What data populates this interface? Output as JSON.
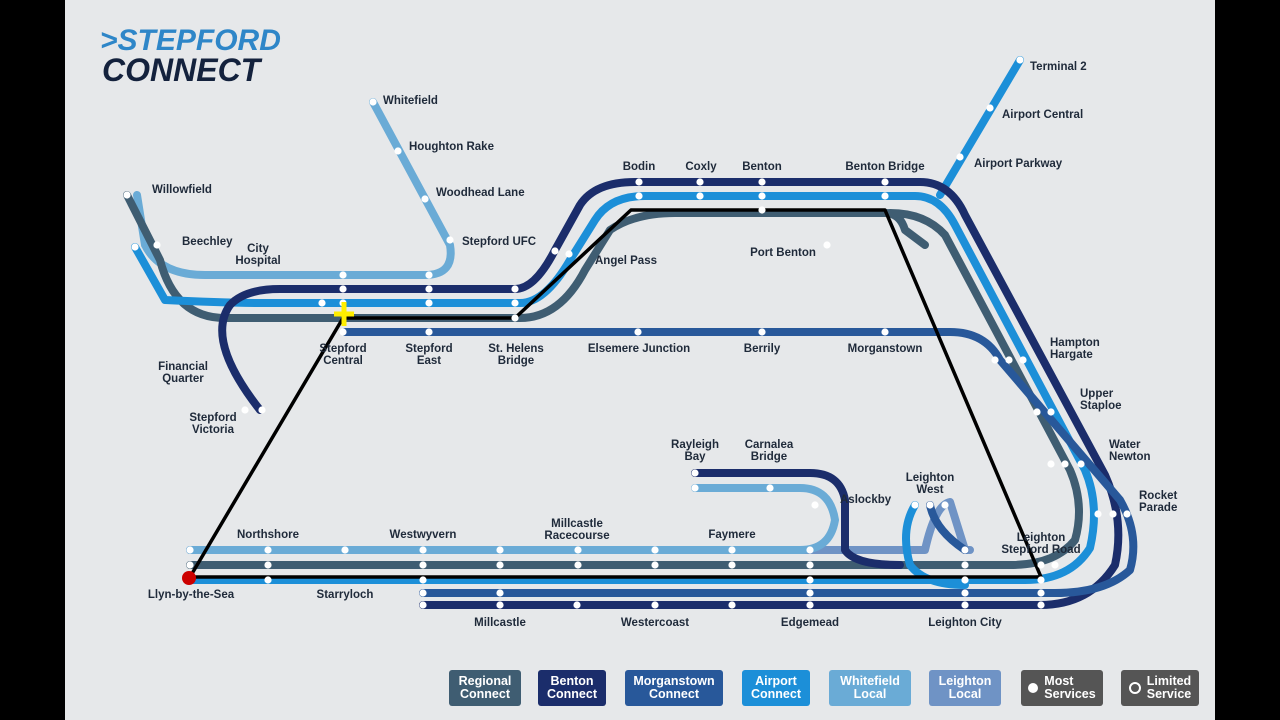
{
  "logo": {
    "line1": "STEPFORD",
    "line2": "CONNECT"
  },
  "colors": {
    "regional": "#3f5d72",
    "benton": "#1b2d6b",
    "morganstown": "#28589a",
    "airport": "#1c8fd8",
    "whitefield": "#6aabd6",
    "leighton": "#6f93c5",
    "route": "#000000",
    "start": "#cc0000",
    "marker": "#ffee00"
  },
  "stations": {
    "terminal_2": "Terminal 2",
    "airport_central": "Airport Central",
    "airport_parkway": "Airport Parkway",
    "whitefield": "Whitefield",
    "houghton_rake": "Houghton Rake",
    "woodhead_lane": "Woodhead Lane",
    "stepford_ufc": "Stepford UFC",
    "willowfield": "Willowfield",
    "beechley": "Beechley",
    "city_hospital": "City\nHospital",
    "financial_quarter": "Financial\nQuarter",
    "stepford_victoria": "Stepford\nVictoria",
    "stepford_central": "Stepford\nCentral",
    "stepford_east": "Stepford\nEast",
    "st_helens_bridge": "St. Helens\nBridge",
    "angel_pass": "Angel Pass",
    "bodin": "Bodin",
    "coxly": "Coxly",
    "benton": "Benton",
    "benton_bridge": "Benton Bridge",
    "port_benton": "Port Benton",
    "elsemere_junction": "Elsemere Junction",
    "berrily": "Berrily",
    "morganstown": "Morganstown",
    "hampton_hargate": "Hampton\nHargate",
    "upper_staploe": "Upper\nStaploe",
    "water_newton": "Water\nNewton",
    "rocket_parade": "Rocket\nParade",
    "rayleigh_bay": "Rayleigh\nBay",
    "carnalea_bridge": "Carnalea\nBridge",
    "aslockby": "Aslockby",
    "leighton_west": "Leighton\nWest",
    "leighton_stepford_road": "Leighton\nStepford Road",
    "northshore": "Northshore",
    "westwyvern": "Westwyvern",
    "millcastle_racecourse": "Millcastle\nRacecourse",
    "faymere": "Faymere",
    "llyn_by_the_sea": "Llyn-by-the-Sea",
    "starryloch": "Starryloch",
    "millcastle": "Millcastle",
    "westercoast": "Westercoast",
    "edgemead": "Edgemead",
    "leighton_city": "Leighton City"
  },
  "legend": {
    "regional": "Regional\nConnect",
    "benton": "Benton\nConnect",
    "morganstown": "Morganstown\nConnect",
    "airport": "Airport\nConnect",
    "whitefield": "Whitefield\nLocal",
    "leighton": "Leighton\nLocal",
    "most": "Most\nServices",
    "limited": "Limited\nService"
  }
}
